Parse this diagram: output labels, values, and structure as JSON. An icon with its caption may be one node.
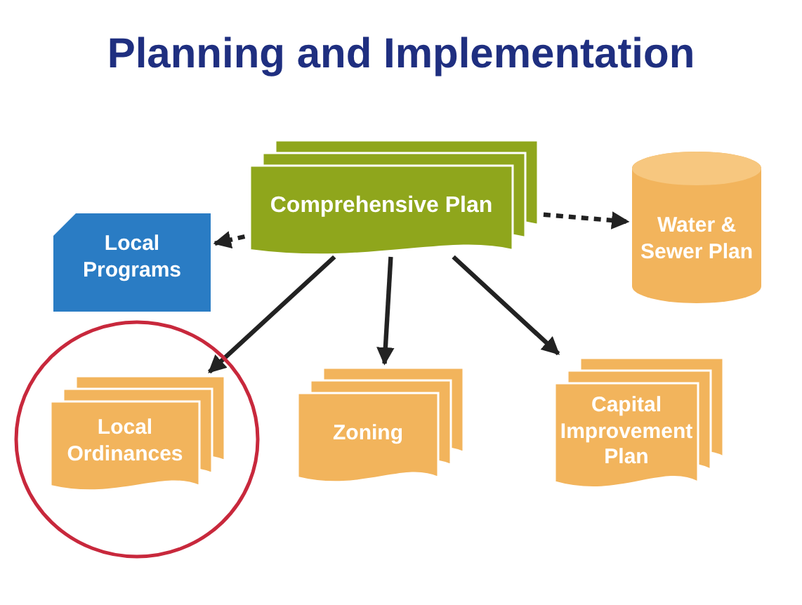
{
  "diagram": {
    "title": "Planning and Implementation",
    "nodes": [
      {
        "text": [
          "Comprehensive Plan"
        ]
      },
      {
        "text": [
          "Local Programs"
        ]
      },
      {
        "text": [
          "Water & Sewer Plan"
        ]
      },
      {
        "text": [],
        "shape": "circle"
      },
      {
        "text": [
          "Local Ordinances"
        ],
        "in": 3
      },
      {
        "text": [
          "Zoning"
        ]
      },
      {
        "text": [
          "Capital Improvement Plan"
        ]
      }
    ],
    "edges": [
      {
        "from": 0,
        "to": 1,
        "arrow": "to",
        "style": "dashed"
      },
      {
        "from": 0,
        "to": 2,
        "arrow": "to",
        "style": "dashed"
      },
      {
        "from": 0,
        "to": 4,
        "arrow": "to"
      },
      {
        "from": 0,
        "to": 5,
        "arrow": "to"
      },
      {
        "from": 0,
        "to": 6,
        "arrow": "to"
      }
    ]
  }
}
